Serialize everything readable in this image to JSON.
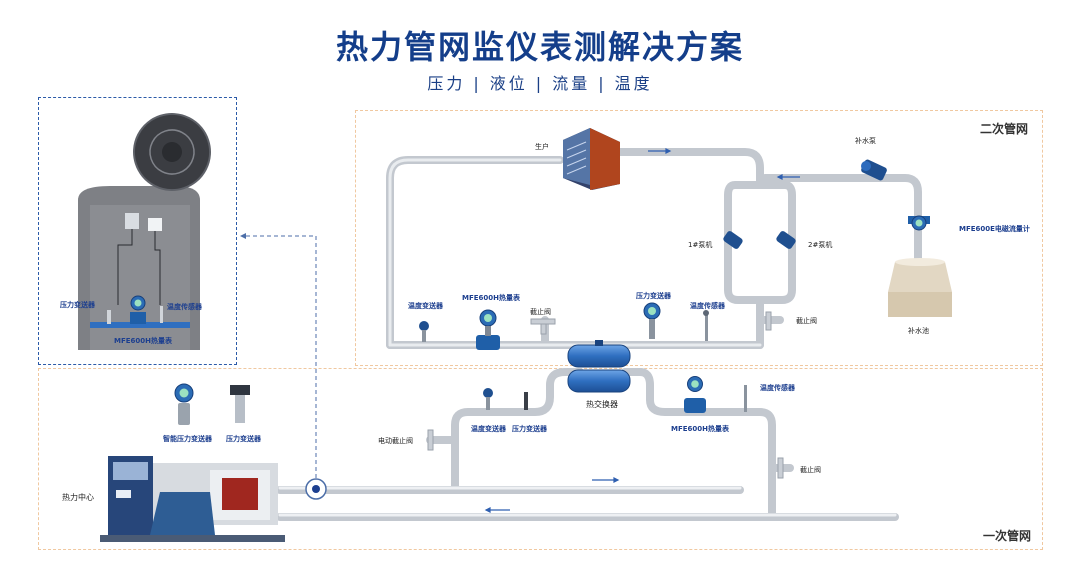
{
  "header": {
    "title": "热力管网监仪表测解决方案",
    "subtitle_items": [
      "压力",
      "液位",
      "流量",
      "温度"
    ],
    "separator": "|"
  },
  "zones": {
    "secondary": "二次管网",
    "primary": "一次管网"
  },
  "labels": {
    "production": "生户",
    "makeup_pump": "补水泵",
    "flowmeter_mfe600e": "MFE600E电磁流量计",
    "pump1": "1#泵机",
    "pump2": "2#泵机",
    "makeup_pool": "补水池",
    "shutoff_valve_right": "截止阀",
    "temp_transmitter_sec": "温度变送器",
    "heatmeter_sec": "MFE600H热量表",
    "shutoff_valve_sec": "截止阀",
    "pressure_transmitter_sec": "压力变送器",
    "temp_sensor_sec": "温度传感器",
    "heat_exchanger": "热交换器",
    "heatmeter_pri": "MFE600H热量表",
    "temp_sensor_pri": "温度传感器",
    "temp_transmitter_pri": "温度变送器",
    "pressure_transmitter_pri": "压力变送器",
    "electric_valve": "电动截止阀",
    "shutoff_valve_pri": "截止阀",
    "smart_pressure": "智能压力变送器",
    "pressure_transmitter_icon": "压力变送器",
    "heat_center": "热力中心",
    "detail_pressure": "压力变送器",
    "detail_temp": "温度传感器",
    "detail_heatmeter": "MFE600H热量表"
  },
  "colors": {
    "title": "#143e8a",
    "pipe": "#c8ccd3",
    "pipe_edge": "#aeb3bb",
    "instrument_blue": "#1f5fa8",
    "zone_border": "#f0c8a0"
  }
}
